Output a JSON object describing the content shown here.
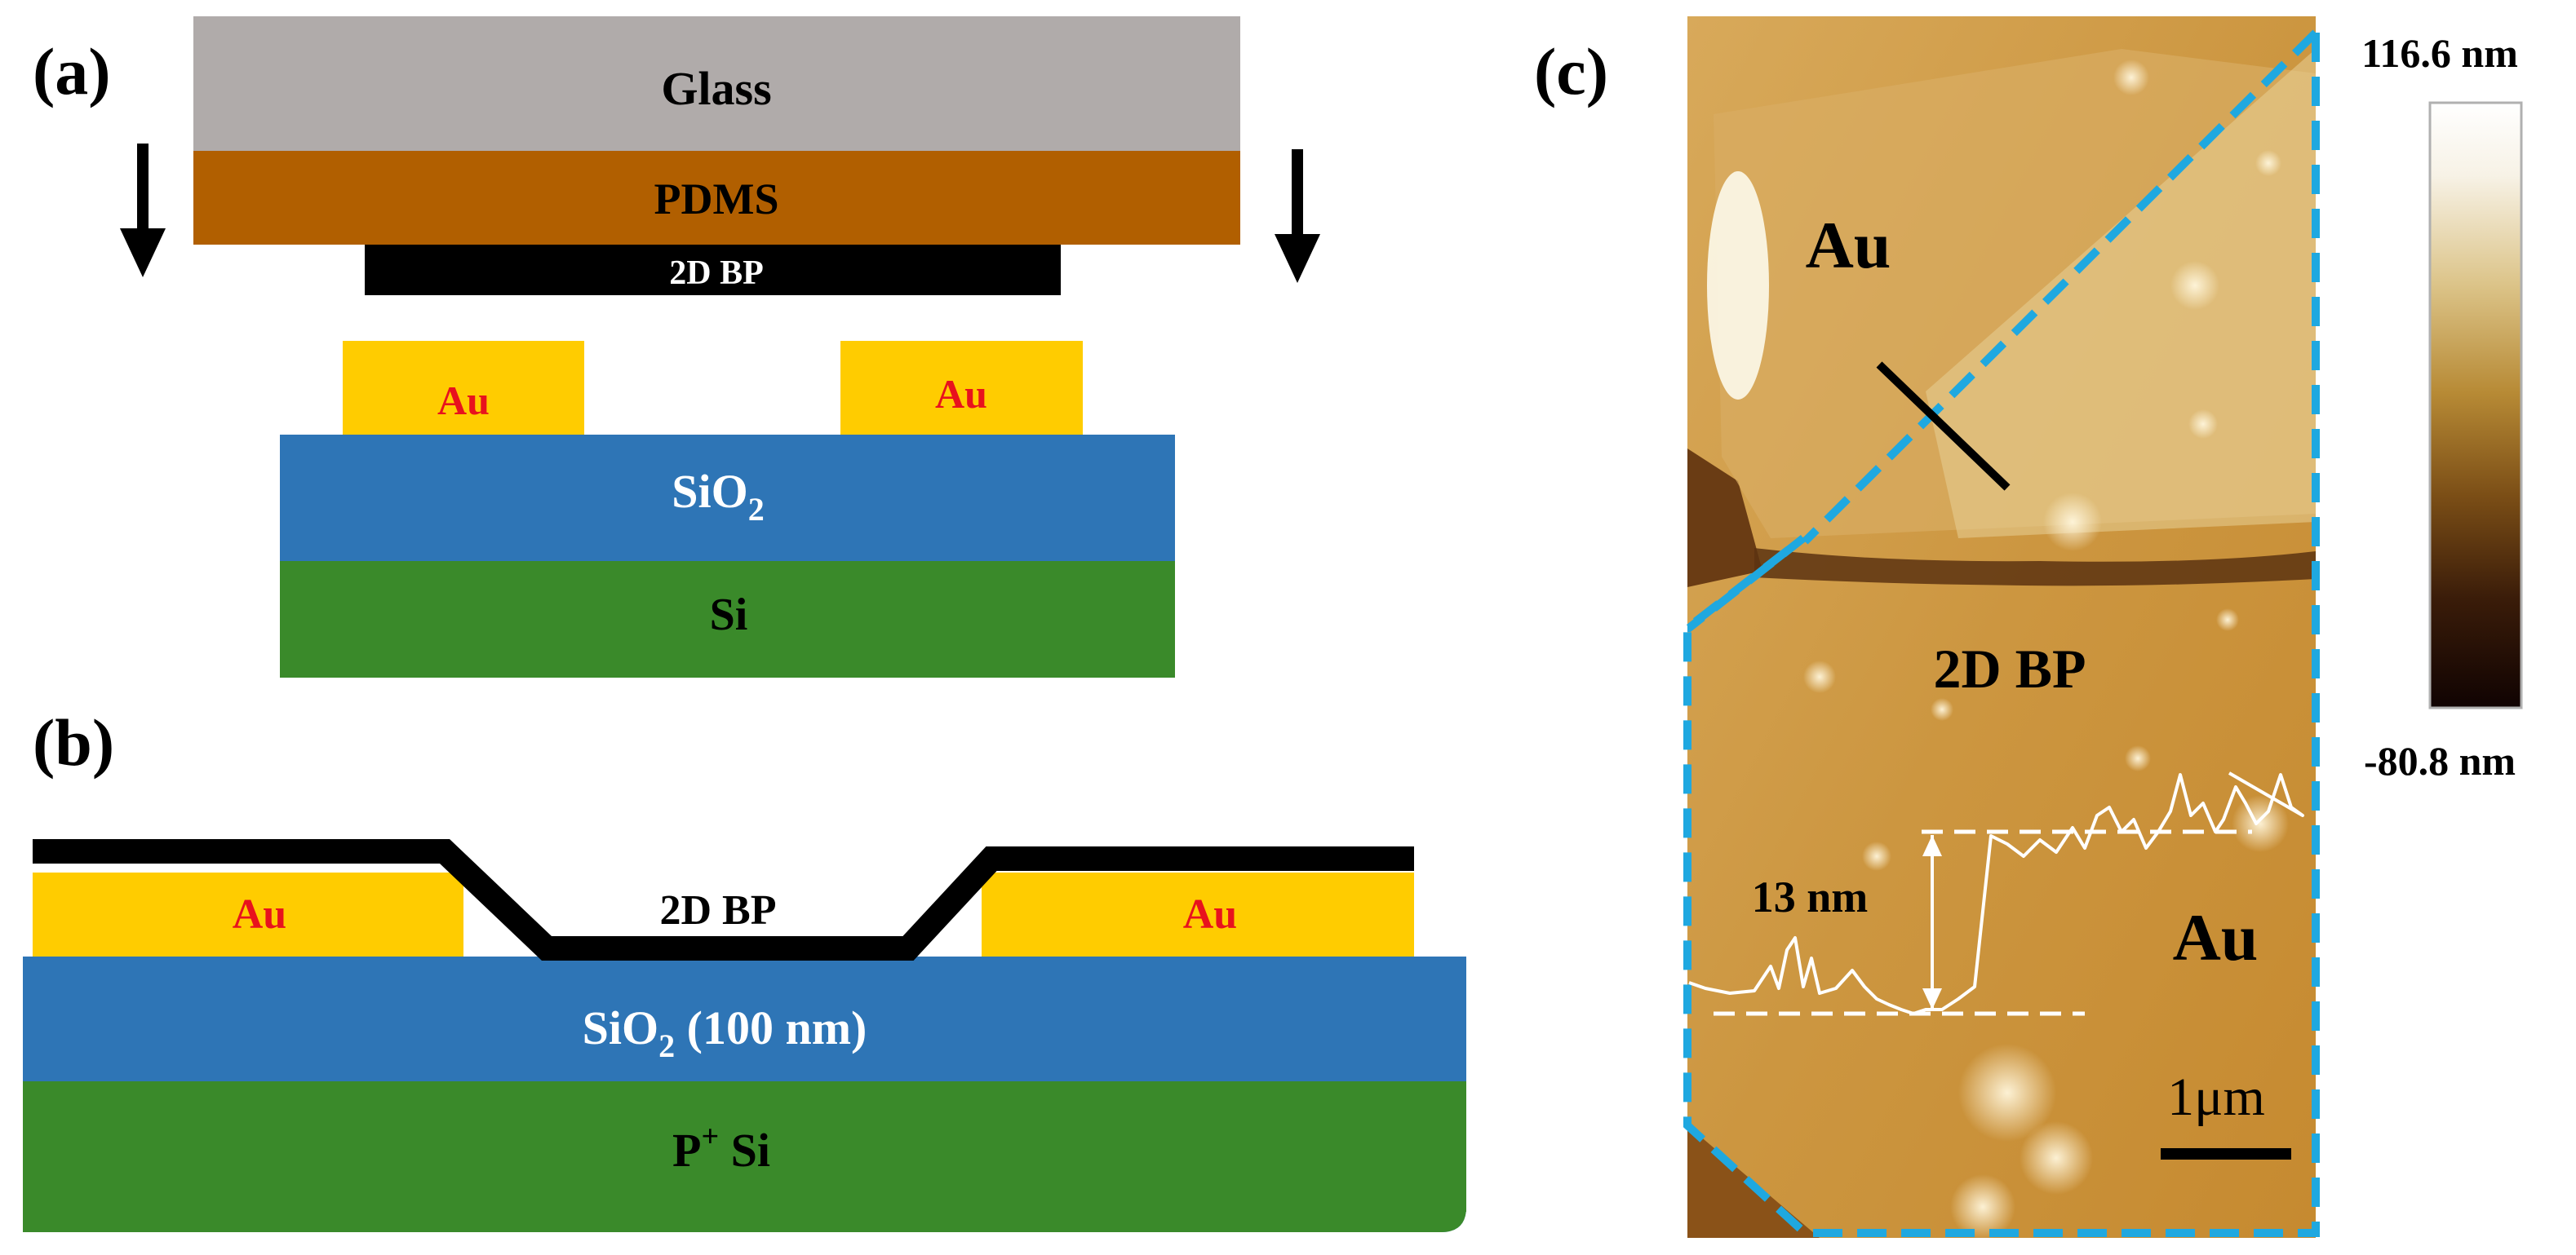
{
  "panel_a": {
    "tag": "(a)",
    "glass": "Glass",
    "pdms": "PDMS",
    "bp": "2D BP",
    "au_left": "Au",
    "au_right": "Au",
    "sio2_base": "SiO",
    "sio2_sub": "2",
    "si": "Si"
  },
  "panel_b": {
    "tag": "(b)",
    "au_left": "Au",
    "au_right": "Au",
    "bp": "2D BP",
    "sio2_base": "SiO",
    "sio2_sub": "2",
    "sio2_rest": " (100 nm)",
    "psi_base": "P",
    "psi_sup": "+",
    "psi_rest": " Si"
  },
  "panel_c": {
    "tag": "(c)",
    "au_top": "Au",
    "bp": "2D BP",
    "au_bottom": "Au",
    "step": "13 nm",
    "scale": "1μm",
    "cb_max": "116.6 nm",
    "cb_min": "-80.8 nm"
  },
  "colors": {
    "glass": "#b0abaa",
    "pdms": "#b15f00",
    "gold": "#ffcc00",
    "au_text": "#e8121d",
    "sio2": "#2e75b6",
    "si": "#3a8a2a",
    "outline": "#1fa8e0"
  }
}
